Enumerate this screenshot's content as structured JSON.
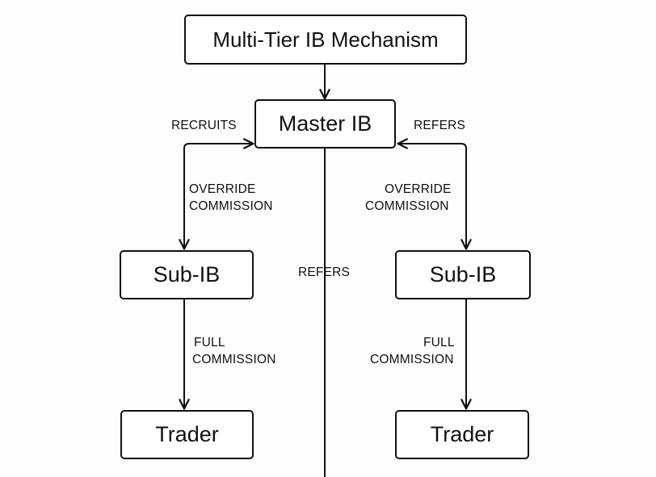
{
  "diagram": {
    "title": "Multi-Tier IB Mechanism",
    "nodes": {
      "master_ib": "Master IB",
      "sub_ib_left": "Sub-IB",
      "sub_ib_right": "Sub-IB",
      "trader_left": "Trader",
      "trader_right": "Trader"
    },
    "labels": {
      "recruits": "RECRUITS",
      "refers_top": "REFERS",
      "override_left_line1": "OVERRIDE",
      "override_left_line2": "COMMISSION",
      "override_right_line1": "OVERRIDE",
      "override_right_line2": "COMMISSION",
      "refers_middle": "REFERS",
      "full_left_line1": "FULL",
      "full_left_line2": "COMMISSION",
      "full_right_line1": "FULL",
      "full_right_line2": "COMMISSION"
    },
    "colors": {
      "line": "#111111",
      "box_border": "#111111",
      "background": "#fdfdfd"
    }
  }
}
